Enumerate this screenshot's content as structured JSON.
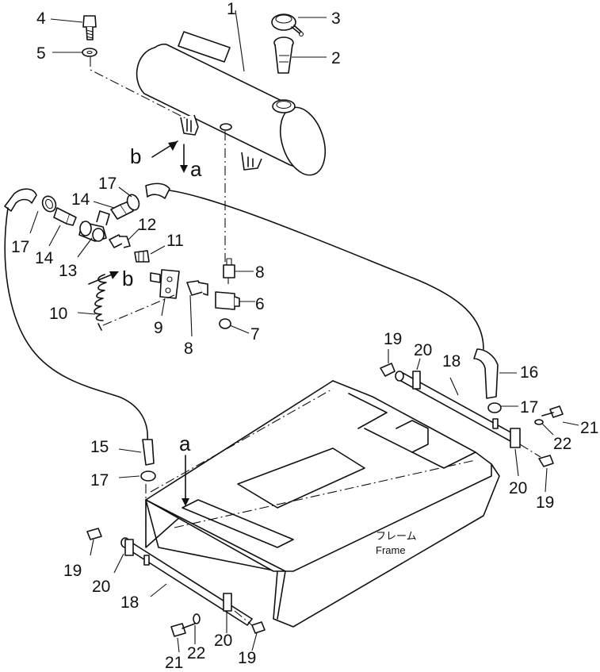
{
  "diagram": {
    "view_letters": {
      "a": "a",
      "b": "b"
    },
    "frame_label_jp": "フレーム",
    "frame_label_en": "Frame",
    "callouts": {
      "c1": "1",
      "c2": "2",
      "c3": "3",
      "c4": "4",
      "c5": "5",
      "c6": "6",
      "c7": "7",
      "c8a": "8",
      "c8b": "8",
      "c9": "9",
      "c10": "10",
      "c11": "11",
      "c12": "12",
      "c13": "13",
      "c14a": "14",
      "c14b": "14",
      "c15": "15",
      "c16": "16",
      "c17a": "17",
      "c17b": "17",
      "c17c": "17",
      "c17d": "17",
      "c18a": "18",
      "c18b": "18",
      "c19a": "19",
      "c19b": "19",
      "c19c": "19",
      "c19d": "19",
      "c20a": "20",
      "c20b": "20",
      "c20c": "20",
      "c20d": "20",
      "c21a": "21",
      "c21b": "21",
      "c22a": "22",
      "c22b": "22"
    }
  }
}
